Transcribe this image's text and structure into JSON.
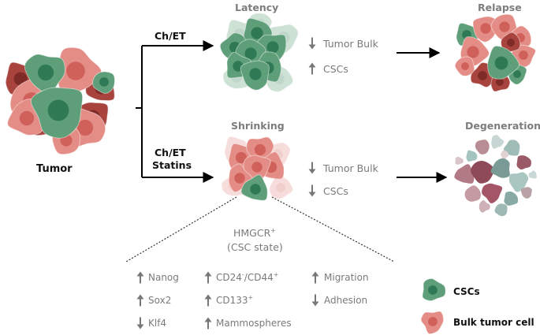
{
  "labels": {
    "tumor": "Tumor",
    "ch_et_top": "Ch/ET",
    "ch_et_bottom": "Ch/ET",
    "statins": "Statins",
    "latency": "Latency",
    "relapse": "Relapse",
    "shrinking": "Shrinking",
    "degeneration": "Degeneration",
    "latency_effects": [
      "Tumor Bulk",
      "CSCs"
    ],
    "shrinking_effects": [
      "Tumor Bulk",
      "CSCs"
    ],
    "hmgcr_line1": "HMGCR",
    "hmgcr_sup": "+",
    "hmgcr_line2": "(CSC state)",
    "markers_col1": [
      "Nanog",
      "Sox2",
      "Klf4"
    ],
    "cd24": "CD24",
    "cd24_sup": "-",
    "cd44": "/CD44",
    "cd44_sup": "+",
    "cd133": "CD133",
    "cd133_sup": "+",
    "mammospheres": "Mammospheres",
    "markers_col3": [
      "Migration",
      "Adhesion"
    ],
    "legend_cscs": "CSCs",
    "legend_bulk": "Bulk tumor cell"
  },
  "colors": {
    "csc_green": "#5e9e78",
    "csc_nucleus": "#2f7a55",
    "bulk_pink": "#e48d86",
    "bulk_nucleus": "#d0605a",
    "dark_red": "#a8433e",
    "arrow_gray": "#777777",
    "label_gray": "#7a7a7a"
  },
  "icons": {
    "up": "up-arrow-icon",
    "down": "down-arrow-icon"
  }
}
